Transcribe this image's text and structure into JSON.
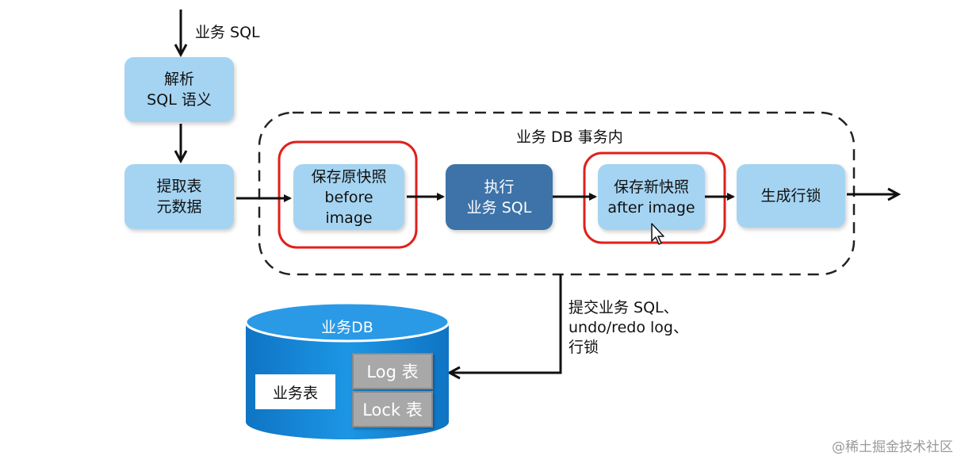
{
  "input_label": "业务 SQL",
  "steps": {
    "parse": "解析\nSQL 语义",
    "extract": "提取表\n元数据",
    "before_image": "保存原快照\nbefore\nimage",
    "execute": "执行\n业务 SQL",
    "after_image": "保存新快照\nafter image",
    "row_lock": "生成行锁"
  },
  "transaction_label": "业务 DB 事务内",
  "commit_label": "提交业务 SQL、\nundo/redo log、\n行锁",
  "database": {
    "title": "业务DB",
    "business_table": "业务表",
    "log_table": "Log 表",
    "lock_table": "Lock 表"
  },
  "watermark": "@稀土掘金技术社区",
  "colors": {
    "light_box": "#a5d4f2",
    "dark_box": "#3d73a8",
    "highlight": "#e0201b",
    "cylinder": "#1488d8"
  }
}
